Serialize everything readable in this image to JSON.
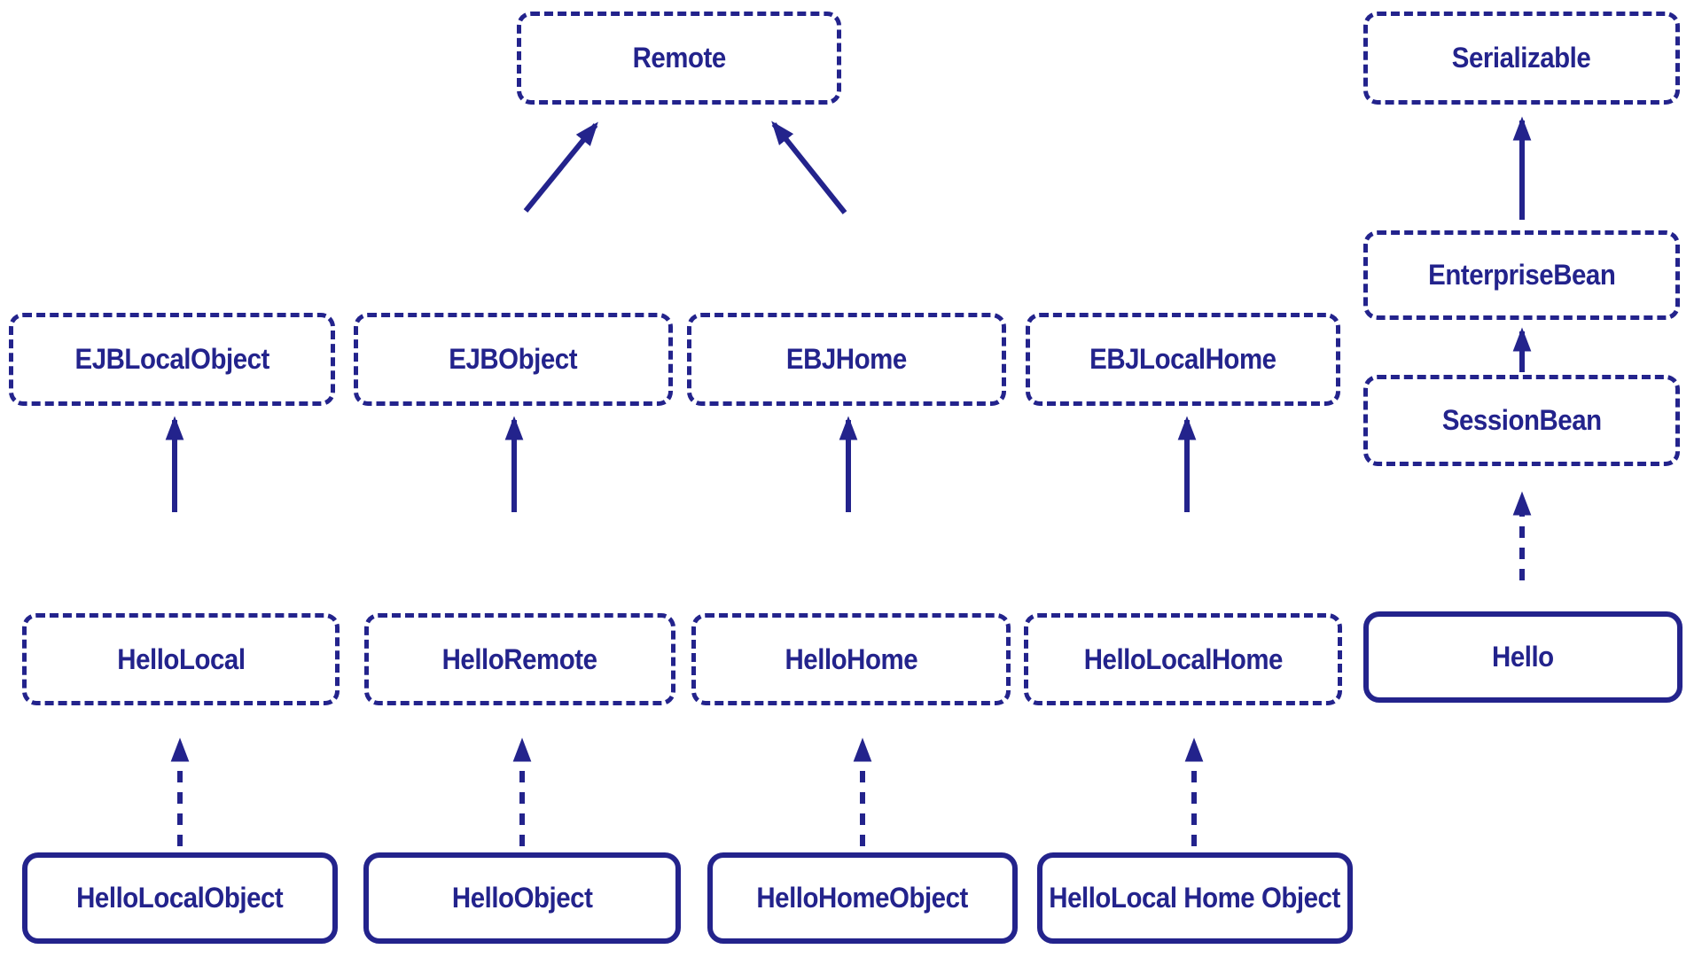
{
  "colors": {
    "ink": "#23238C",
    "background": "#FFFFFF"
  },
  "nodes": {
    "remote": {
      "label": "Remote",
      "border": "dashed"
    },
    "serializable": {
      "label": "Serializable",
      "border": "dashed"
    },
    "enterprise_bean": {
      "label": "EnterpriseBean",
      "border": "dashed"
    },
    "session_bean": {
      "label": "SessionBean",
      "border": "dashed"
    },
    "ejb_local_object": {
      "label": "EJBLocalObject",
      "border": "dashed"
    },
    "ejb_object": {
      "label": "EJBObject",
      "border": "dashed"
    },
    "ebj_home": {
      "label": "EBJHome",
      "border": "dashed"
    },
    "ebj_local_home": {
      "label": "EBJLocalHome",
      "border": "dashed"
    },
    "hello_local": {
      "label": "HelloLocal",
      "border": "dashed"
    },
    "hello_remote": {
      "label": "HelloRemote",
      "border": "dashed"
    },
    "hello_home": {
      "label": "HelloHome",
      "border": "dashed"
    },
    "hello_local_home": {
      "label": "HelloLocalHome",
      "border": "dashed"
    },
    "hello": {
      "label": "Hello",
      "border": "solid"
    },
    "hello_local_object": {
      "label": "HelloLocalObject",
      "border": "solid"
    },
    "hello_object": {
      "label": "HelloObject",
      "border": "solid"
    },
    "hello_home_object": {
      "label": "HelloHomeObject",
      "border": "solid"
    },
    "hello_local_home_object": {
      "label": "HelloLocal Home Object",
      "border": "solid"
    }
  },
  "edges": [
    {
      "from": "EJBObject",
      "to": "Remote",
      "line": "solid"
    },
    {
      "from": "EBJHome",
      "to": "Remote",
      "line": "solid"
    },
    {
      "from": "HelloLocal",
      "to": "EJBLocalObject",
      "line": "solid"
    },
    {
      "from": "HelloRemote",
      "to": "EJBObject",
      "line": "solid"
    },
    {
      "from": "HelloHome",
      "to": "EBJHome",
      "line": "solid"
    },
    {
      "from": "HelloLocalHome",
      "to": "EBJLocalHome",
      "line": "solid"
    },
    {
      "from": "EnterpriseBean",
      "to": "Serializable",
      "line": "solid"
    },
    {
      "from": "SessionBean",
      "to": "EnterpriseBean",
      "line": "solid"
    },
    {
      "from": "HelloLocalObject",
      "to": "HelloLocal",
      "line": "dashed"
    },
    {
      "from": "HelloObject",
      "to": "HelloRemote",
      "line": "dashed"
    },
    {
      "from": "HelloHomeObject",
      "to": "HelloHome",
      "line": "dashed"
    },
    {
      "from": "HelloLocal Home Object",
      "to": "HelloLocalHome",
      "line": "dashed"
    },
    {
      "from": "Hello",
      "to": "SessionBean",
      "line": "dashed"
    }
  ]
}
